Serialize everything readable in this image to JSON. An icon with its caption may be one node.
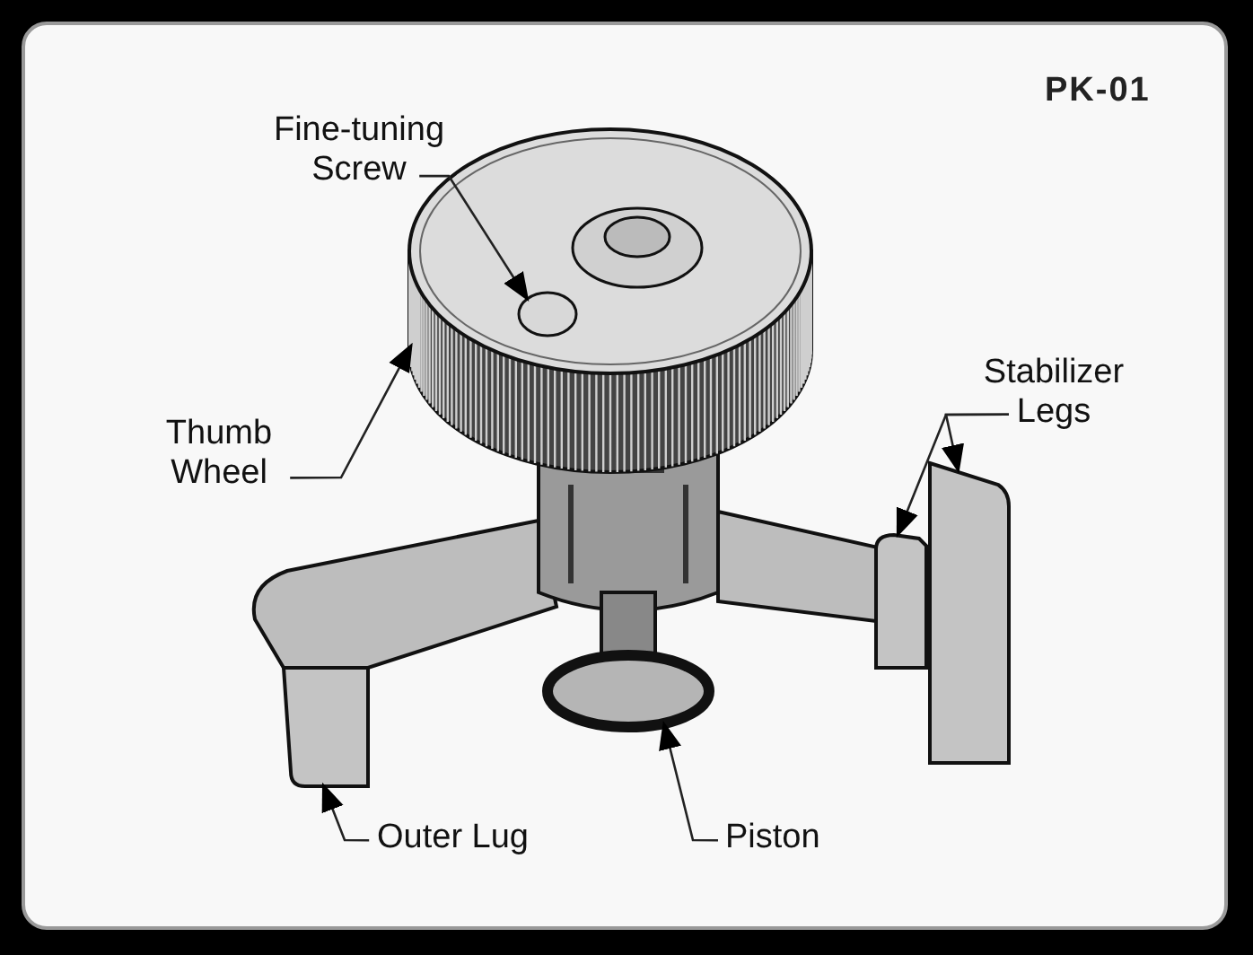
{
  "diagram": {
    "nodes": [
      {
        "text": [
          "Fine-tuning Screw"
        ]
      },
      {
        "text": [],
        "shape": "circle",
        "in": 3
      },
      {
        "text": [
          "Thumb Wheel"
        ]
      },
      {
        "text": [],
        "shape": "cylinder"
      },
      {
        "text": [
          "Stabilizer Legs"
        ]
      },
      {
        "text": [],
        "shape": "box"
      },
      {
        "text": [],
        "shape": "box"
      },
      {
        "text": [],
        "shape": "box"
      },
      {
        "text": [
          "Outer Lug"
        ]
      },
      {
        "text": [],
        "shape": "circle"
      },
      {
        "text": [
          "Piston"
        ]
      }
    ],
    "edges": [
      {
        "from": 0,
        "to": 1,
        "arrow": "to"
      },
      {
        "from": 2,
        "to": 3,
        "arrow": "to"
      },
      {
        "from": 4,
        "to": 5,
        "arrow": "to"
      },
      {
        "from": 4,
        "to": 6,
        "arrow": "to"
      },
      {
        "from": 8,
        "to": 7,
        "arrow": "to"
      },
      {
        "from": 10,
        "to": 9,
        "arrow": "to"
      }
    ],
    "labels": [
      "PK-01"
    ]
  }
}
